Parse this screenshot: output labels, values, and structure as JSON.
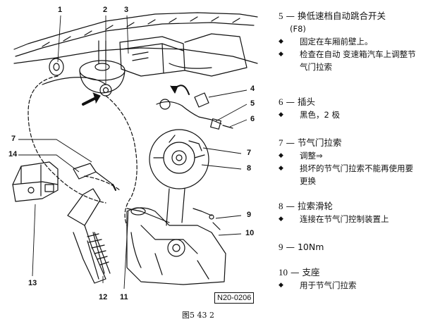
{
  "figure": {
    "callouts": [
      "1",
      "2",
      "3",
      "4",
      "5",
      "6",
      "7",
      "8",
      "9",
      "10",
      "11",
      "12",
      "13",
      "14",
      "7"
    ],
    "code": "N20-0206",
    "caption": "图5  43  2"
  },
  "legend": [
    {
      "num": "5",
      "title": "换低速档自动跳合开关",
      "sub": "(F8)",
      "items": [
        "固定在车厢前壁上。",
        "检查在自动 变速箱汽车上调整节气门拉索"
      ]
    },
    {
      "num": "6",
      "title": "插头",
      "sub": "",
      "items": [
        "黑色，2 极"
      ]
    },
    {
      "num": "7",
      "title": "节气门拉索",
      "sub": "",
      "items": [
        "调整⇒",
        "损坏的节气门拉索不能再使用要更换"
      ]
    },
    {
      "num": "8",
      "title": "拉索滑轮",
      "sub": "",
      "items": [
        "连接在节气门控制装置上"
      ]
    },
    {
      "num": "9",
      "title": "10Nm",
      "sub": "",
      "items": []
    },
    {
      "num": "10",
      "title": "支座",
      "sub": "",
      "items": [
        "用于节气门拉索"
      ]
    }
  ],
  "dash": "—",
  "bullet_icon": "diamond-bullet"
}
